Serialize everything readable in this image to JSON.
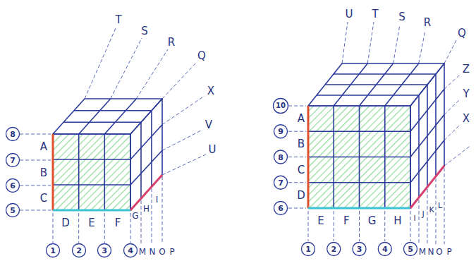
{
  "diagram": {
    "labels": [
      "T",
      "S",
      "R",
      "Q",
      "X",
      "V",
      "U",
      "8",
      "7",
      "6",
      "5",
      "A",
      "B",
      "C",
      "D",
      "E",
      "F",
      "G",
      "H",
      "I",
      "1",
      "2",
      "3",
      "4",
      "M",
      "N",
      "O",
      "P",
      "U",
      "T",
      "S",
      "R",
      "Q",
      "Z",
      "Y",
      "X",
      "10",
      "9",
      "8",
      "7",
      "6",
      "A",
      "B",
      "C",
      "D",
      "E",
      "F",
      "G",
      "H",
      "I",
      "J",
      "K",
      "L",
      "1",
      "2",
      "3",
      "4",
      "5",
      "M",
      "N",
      "O",
      "P"
    ]
  }
}
